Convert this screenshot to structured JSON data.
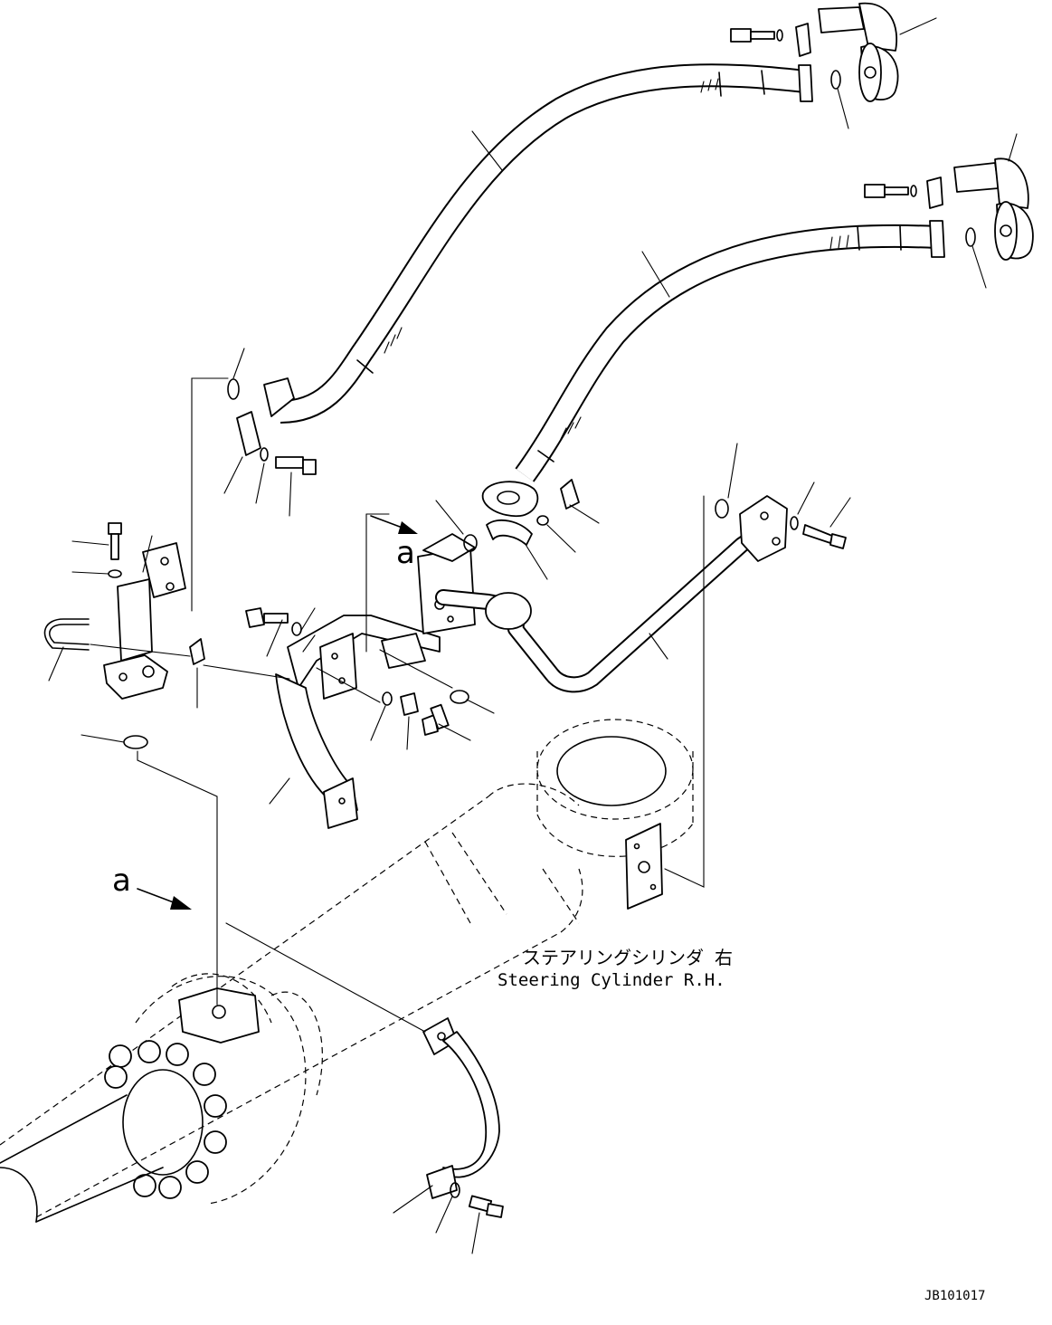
{
  "drawing": {
    "label_jp": "ステアリングシリンダ 右",
    "label_en": "Steering Cylinder R.H.",
    "view_marker": "a",
    "drawing_number": "JB101017"
  }
}
